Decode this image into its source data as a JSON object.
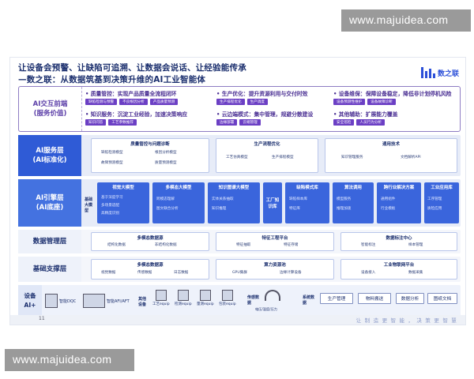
{
  "watermark_top": "www.majuidea.com",
  "watermark_bottom": "www.majuidea.com",
  "header": {
    "line1": "让设备会预警、让缺陷可追溯、让数据会说话、让经验能传承",
    "line2": "—数之联：从数据筑基到决策升维的AI工业智能体",
    "logo_text": "数之联"
  },
  "value_row": {
    "label_line1": "AI交互前端",
    "label_line2": "(服务价值)",
    "blocks": [
      {
        "head": "• 质量管控：实现产品质量全流程闭环",
        "chips": [
          "缺陷检测与预警",
          "不良根因分析",
          "产品质量预测"
        ]
      },
      {
        "head": "• 生产优化：提升资源利用与交付时效",
        "chips": [
          "生产排程优化",
          "生产调度"
        ]
      },
      {
        "head": "• 设备维保：保障设备稳定，降低非计划停机风险",
        "chips": [
          "设备预测性维护",
          "设备故障诊断"
        ]
      },
      {
        "head": "• 知识服务：沉淀工业经验，加速决策响应",
        "chips": [
          "知识问答",
          "工艺参数推荐"
        ]
      },
      {
        "head": "• 云边端模式：集中管理，规避分散建设",
        "chips": [
          "边缘部署",
          "云端管理"
        ]
      },
      {
        "head": "• 其他辅助：扩展能力覆盖",
        "chips": [
          "安全巡检",
          "人员行为分析"
        ]
      }
    ]
  },
  "service_layer": {
    "label_line1": "AI服务层",
    "label_line2": "(AI标准化)",
    "groups": [
      {
        "title": "质量管控与问题诊断",
        "items": [
          "缺陷检测模型",
          "根因分析模型",
          "故障预测模型",
          "质量预测模型"
        ]
      },
      {
        "title": "生产流程优化",
        "items": [
          "工艺仿真模型",
          "生产排程模型"
        ]
      },
      {
        "title": "通用技术",
        "items": [
          "知识管理服务",
          "文档解析API"
        ]
      }
    ]
  },
  "engine_layer": {
    "label_line1": "AI引擎层",
    "label_line2": "(AI底座)",
    "sub_label": "基础大模型",
    "boxes": [
      {
        "title": "视觉大模型",
        "items": [
          "基于深度学习",
          "多场景适配",
          "高精度识别"
        ]
      },
      {
        "title": "多模态大模型",
        "items": [
          "跨模态理解",
          "图文联合分析"
        ]
      },
      {
        "title": "知识图谱大模型",
        "items": [
          "实体关系抽取",
          "知识推理"
        ]
      },
      {
        "title": "工厂知识库",
        "items": []
      },
      {
        "title": "缺陷模式库",
        "items": [
          "缺陷样本库",
          "特征库"
        ]
      },
      {
        "title": "算法调用",
        "items": [
          "模型服务",
          "推理加速"
        ]
      },
      {
        "title": "跨行业解决方案",
        "items": [
          "通用组件",
          "行业模板"
        ]
      },
      {
        "title": "工业应用库",
        "items": [
          "工序管理",
          "质检应用"
        ]
      }
    ]
  },
  "data_layer": {
    "label": "数据管理层",
    "boxes": [
      {
        "title": "多模态数据源",
        "items": [
          "结构化数据",
          "非结构化数据"
        ]
      },
      {
        "title": "特征工程平台",
        "items": [
          "特征抽取",
          "特征存储"
        ]
      },
      {
        "title": "数据标注中心",
        "items": [
          "智能标注",
          "样本管理"
        ]
      }
    ]
  },
  "base_layer": {
    "label": "基础支撑层",
    "boxes": [
      {
        "title": "多模态数据源",
        "items": [
          "视觉数据",
          "传感数据",
          "日志数据"
        ]
      },
      {
        "title": "算力资源池",
        "items": [
          "GPU集群",
          "边缘计算设备"
        ]
      },
      {
        "title": "工业物联网平台",
        "items": [
          "设备接入",
          "数据采集"
        ]
      }
    ]
  },
  "device_layer": {
    "label_line1": "设备",
    "label_line2": "AI+",
    "items": [
      {
        "label": "智能DQC"
      },
      {
        "label": "智能AFI/AFT"
      }
    ],
    "other_label": "其他设备",
    "equips": [
      "工艺equip",
      "检测equip",
      "量测equip",
      "包装equip"
    ],
    "sensor_label": "传感数据",
    "sensor_caption": "电压/温度/压力",
    "system_label": "系统数据",
    "buttons": [
      "生产管理",
      "物料搬送",
      "数据分析",
      "图纸文档"
    ]
  },
  "footer": {
    "page": "11",
    "slogan": "让 制 造 更 智 能 ， 决 策 更 智 慧"
  }
}
